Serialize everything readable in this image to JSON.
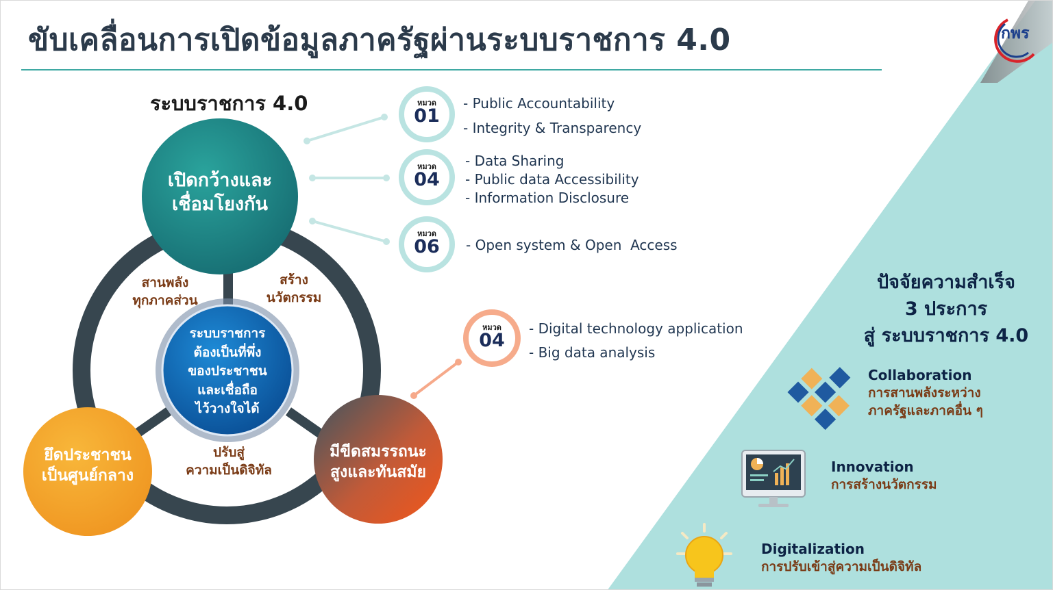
{
  "title": "ขับเคลื่อนการเปิดข้อมูลภาครัฐผ่านระบบราชการ 4.0",
  "logo_text": "กพร",
  "diagram": {
    "heading": "ระบบราชการ 4.0",
    "top_circle": "เปิดกว้างและ\nเชื่อมโยงกัน",
    "center_circle": "ระบบราชการ\nต้องเป็นที่พึ่ง\nของประชาชน\nและเชื่อถือ\nไว้วางใจได้",
    "left_circle": "ยึดประชาชน\nเป็นศูนย์กลาง",
    "right_circle": "มีขีดสมรรถนะ\nสูงและทันสมัย",
    "ring_labels": {
      "top_left": "สานพลัง\nทุกภาคส่วน",
      "top_right": "สร้าง\nนวัตกรรม",
      "bottom": "ปรับสู่\nความเป็นดิจิทัล"
    },
    "colors": {
      "teal": "#1c8a86",
      "ring": "#37464f",
      "blue": "#0b5aa8",
      "orange": "#f4a52a",
      "red": "#e2551f"
    }
  },
  "categories": [
    {
      "label": "หมวด",
      "number": "01",
      "items": [
        "- Public Accountability",
        "- Integrity & Transparency"
      ]
    },
    {
      "label": "หมวด",
      "number": "04",
      "items": [
        "- Data Sharing",
        "- Public data Accessibility",
        "- Information Disclosure"
      ]
    },
    {
      "label": "หมวด",
      "number": "06",
      "items": [
        "- Open system & Open  Access"
      ]
    },
    {
      "label": "หมวด",
      "number": "04",
      "items": [
        "- Digital technology application",
        "- Big data analysis"
      ]
    }
  ],
  "success_factors": {
    "title": "ปัจจัยความสำเร็จ\n3 ประการ\nสู่ ระบบราชการ 4.0",
    "items": [
      {
        "icon": "puzzle-icon",
        "name": "Collaboration",
        "desc": "การสานพลังระหว่าง\nภาครัฐและภาคอื่น ๆ"
      },
      {
        "icon": "monitor-chart-icon",
        "name": "Innovation",
        "desc": "การสร้างนวัตกรรม"
      },
      {
        "icon": "lightbulb-icon",
        "name": "Digitalization",
        "desc": "การปรับเข้าสู่ความเป็นดิจิทัล"
      }
    ]
  }
}
